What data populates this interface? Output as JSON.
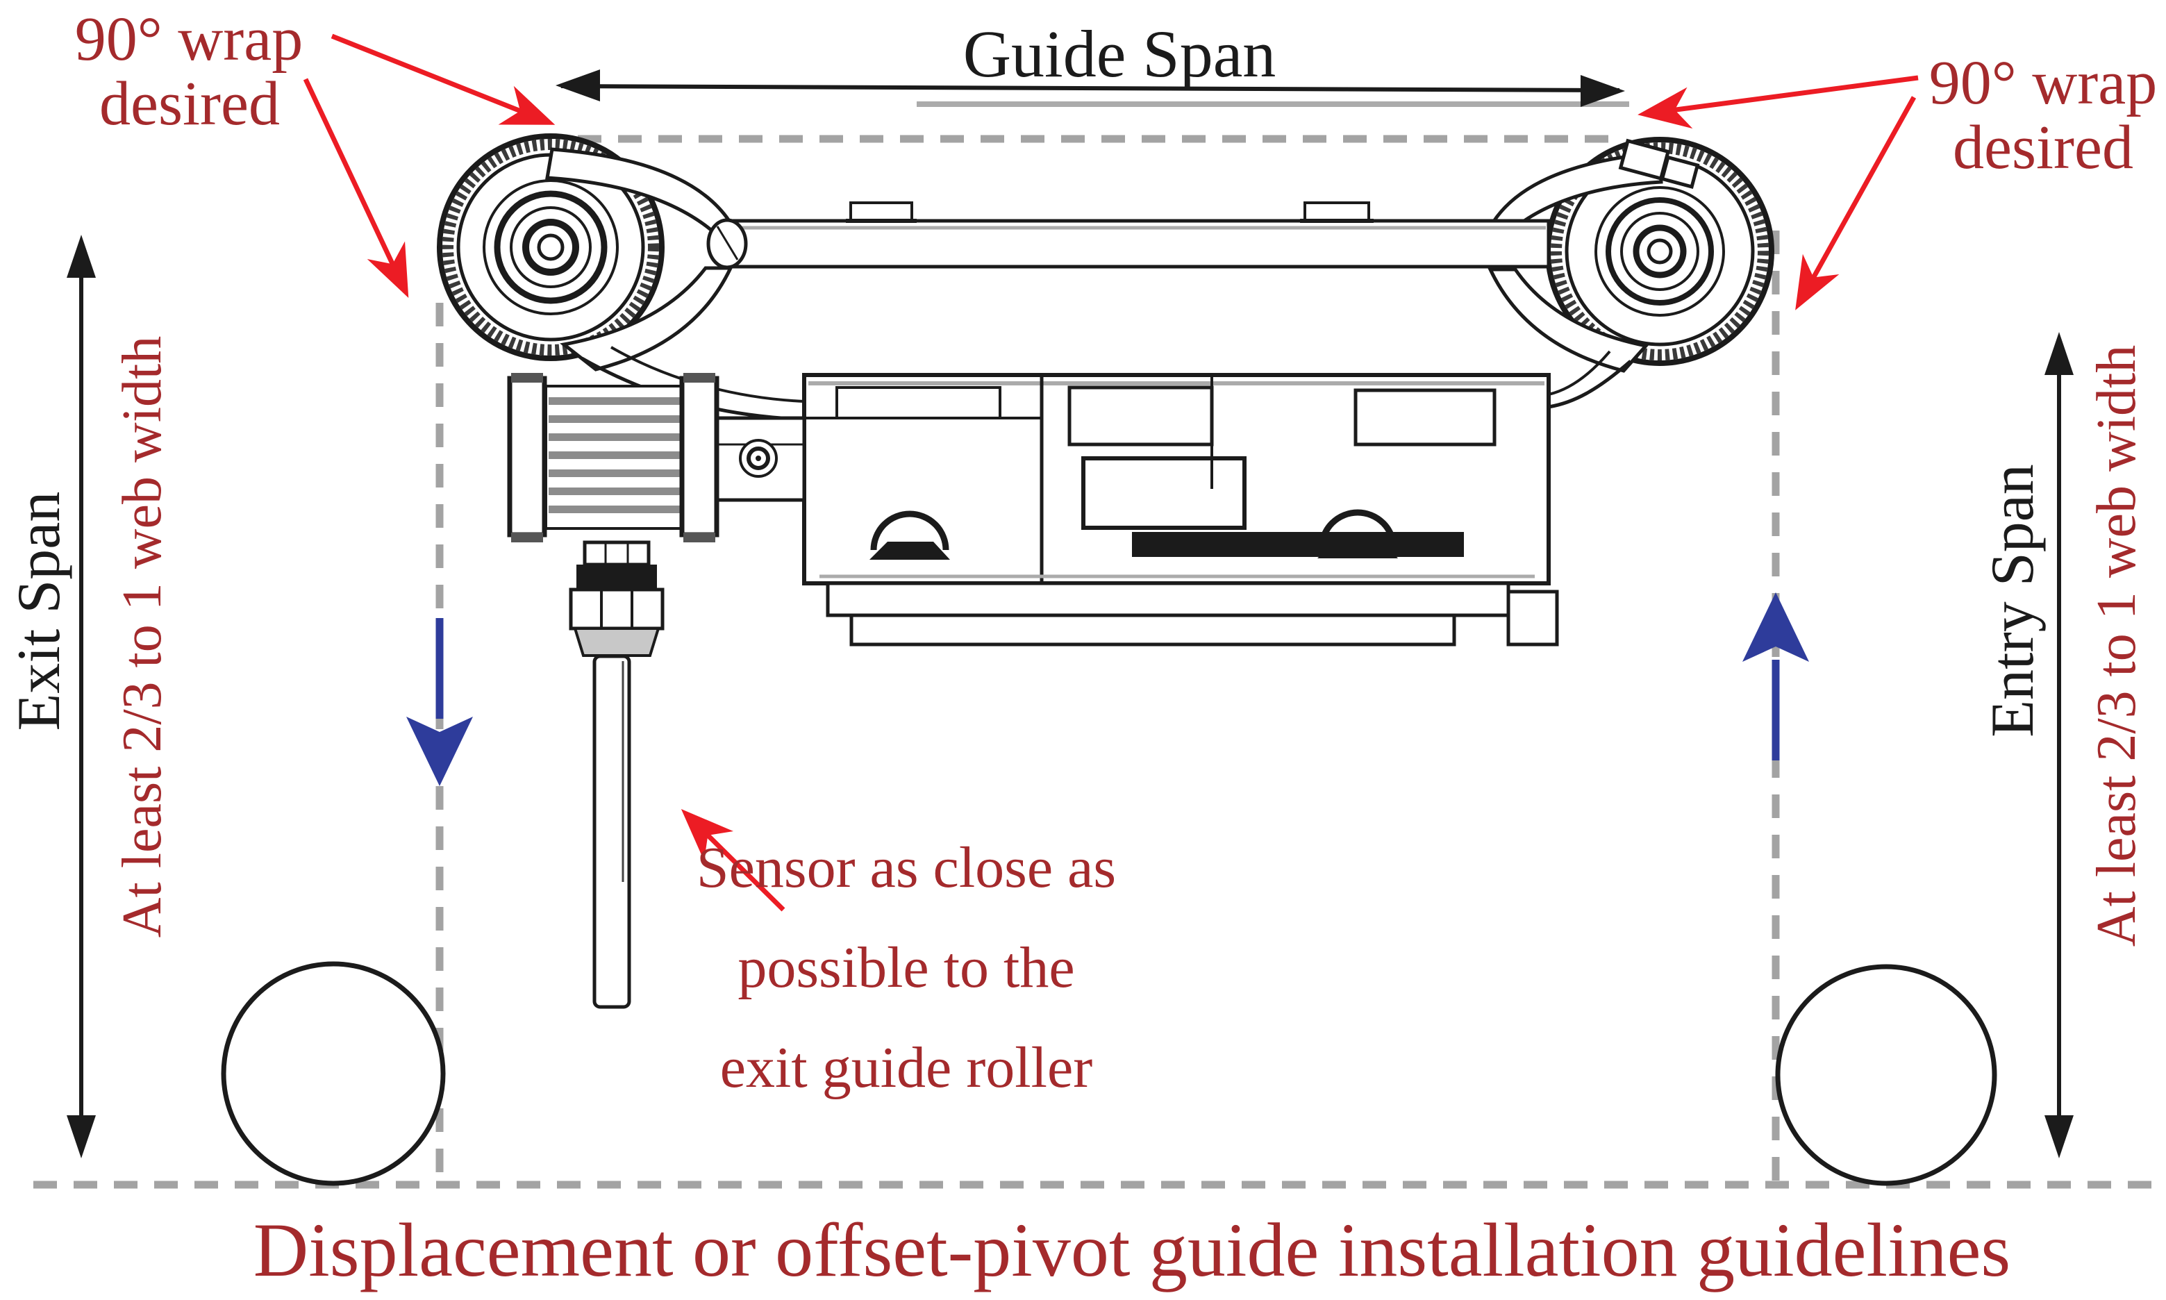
{
  "title": "Displacement or offset-pivot guide installation guidelines",
  "labels": {
    "guide_span": "Guide Span",
    "wrap_left": {
      "line1": "90° wrap",
      "line2": "desired"
    },
    "wrap_right": {
      "line1": "90° wrap",
      "line2": "desired"
    },
    "exit_span": "Exit Span",
    "entry_span": "Entry Span",
    "web_width_left": "At least 2/3 to 1 web width",
    "web_width_right": "At least 2/3 to 1 web width",
    "sensor_note": {
      "line1": "Sensor as close as",
      "line2": "possible to the",
      "line3": "exit guide roller"
    }
  },
  "colors": {
    "dark_red": "#A42A2C",
    "bright_red": "#EC1C24",
    "blue": "#2E3C9B",
    "line_black": "#1B1B1B",
    "dash_gray": "#A3A3A3"
  }
}
